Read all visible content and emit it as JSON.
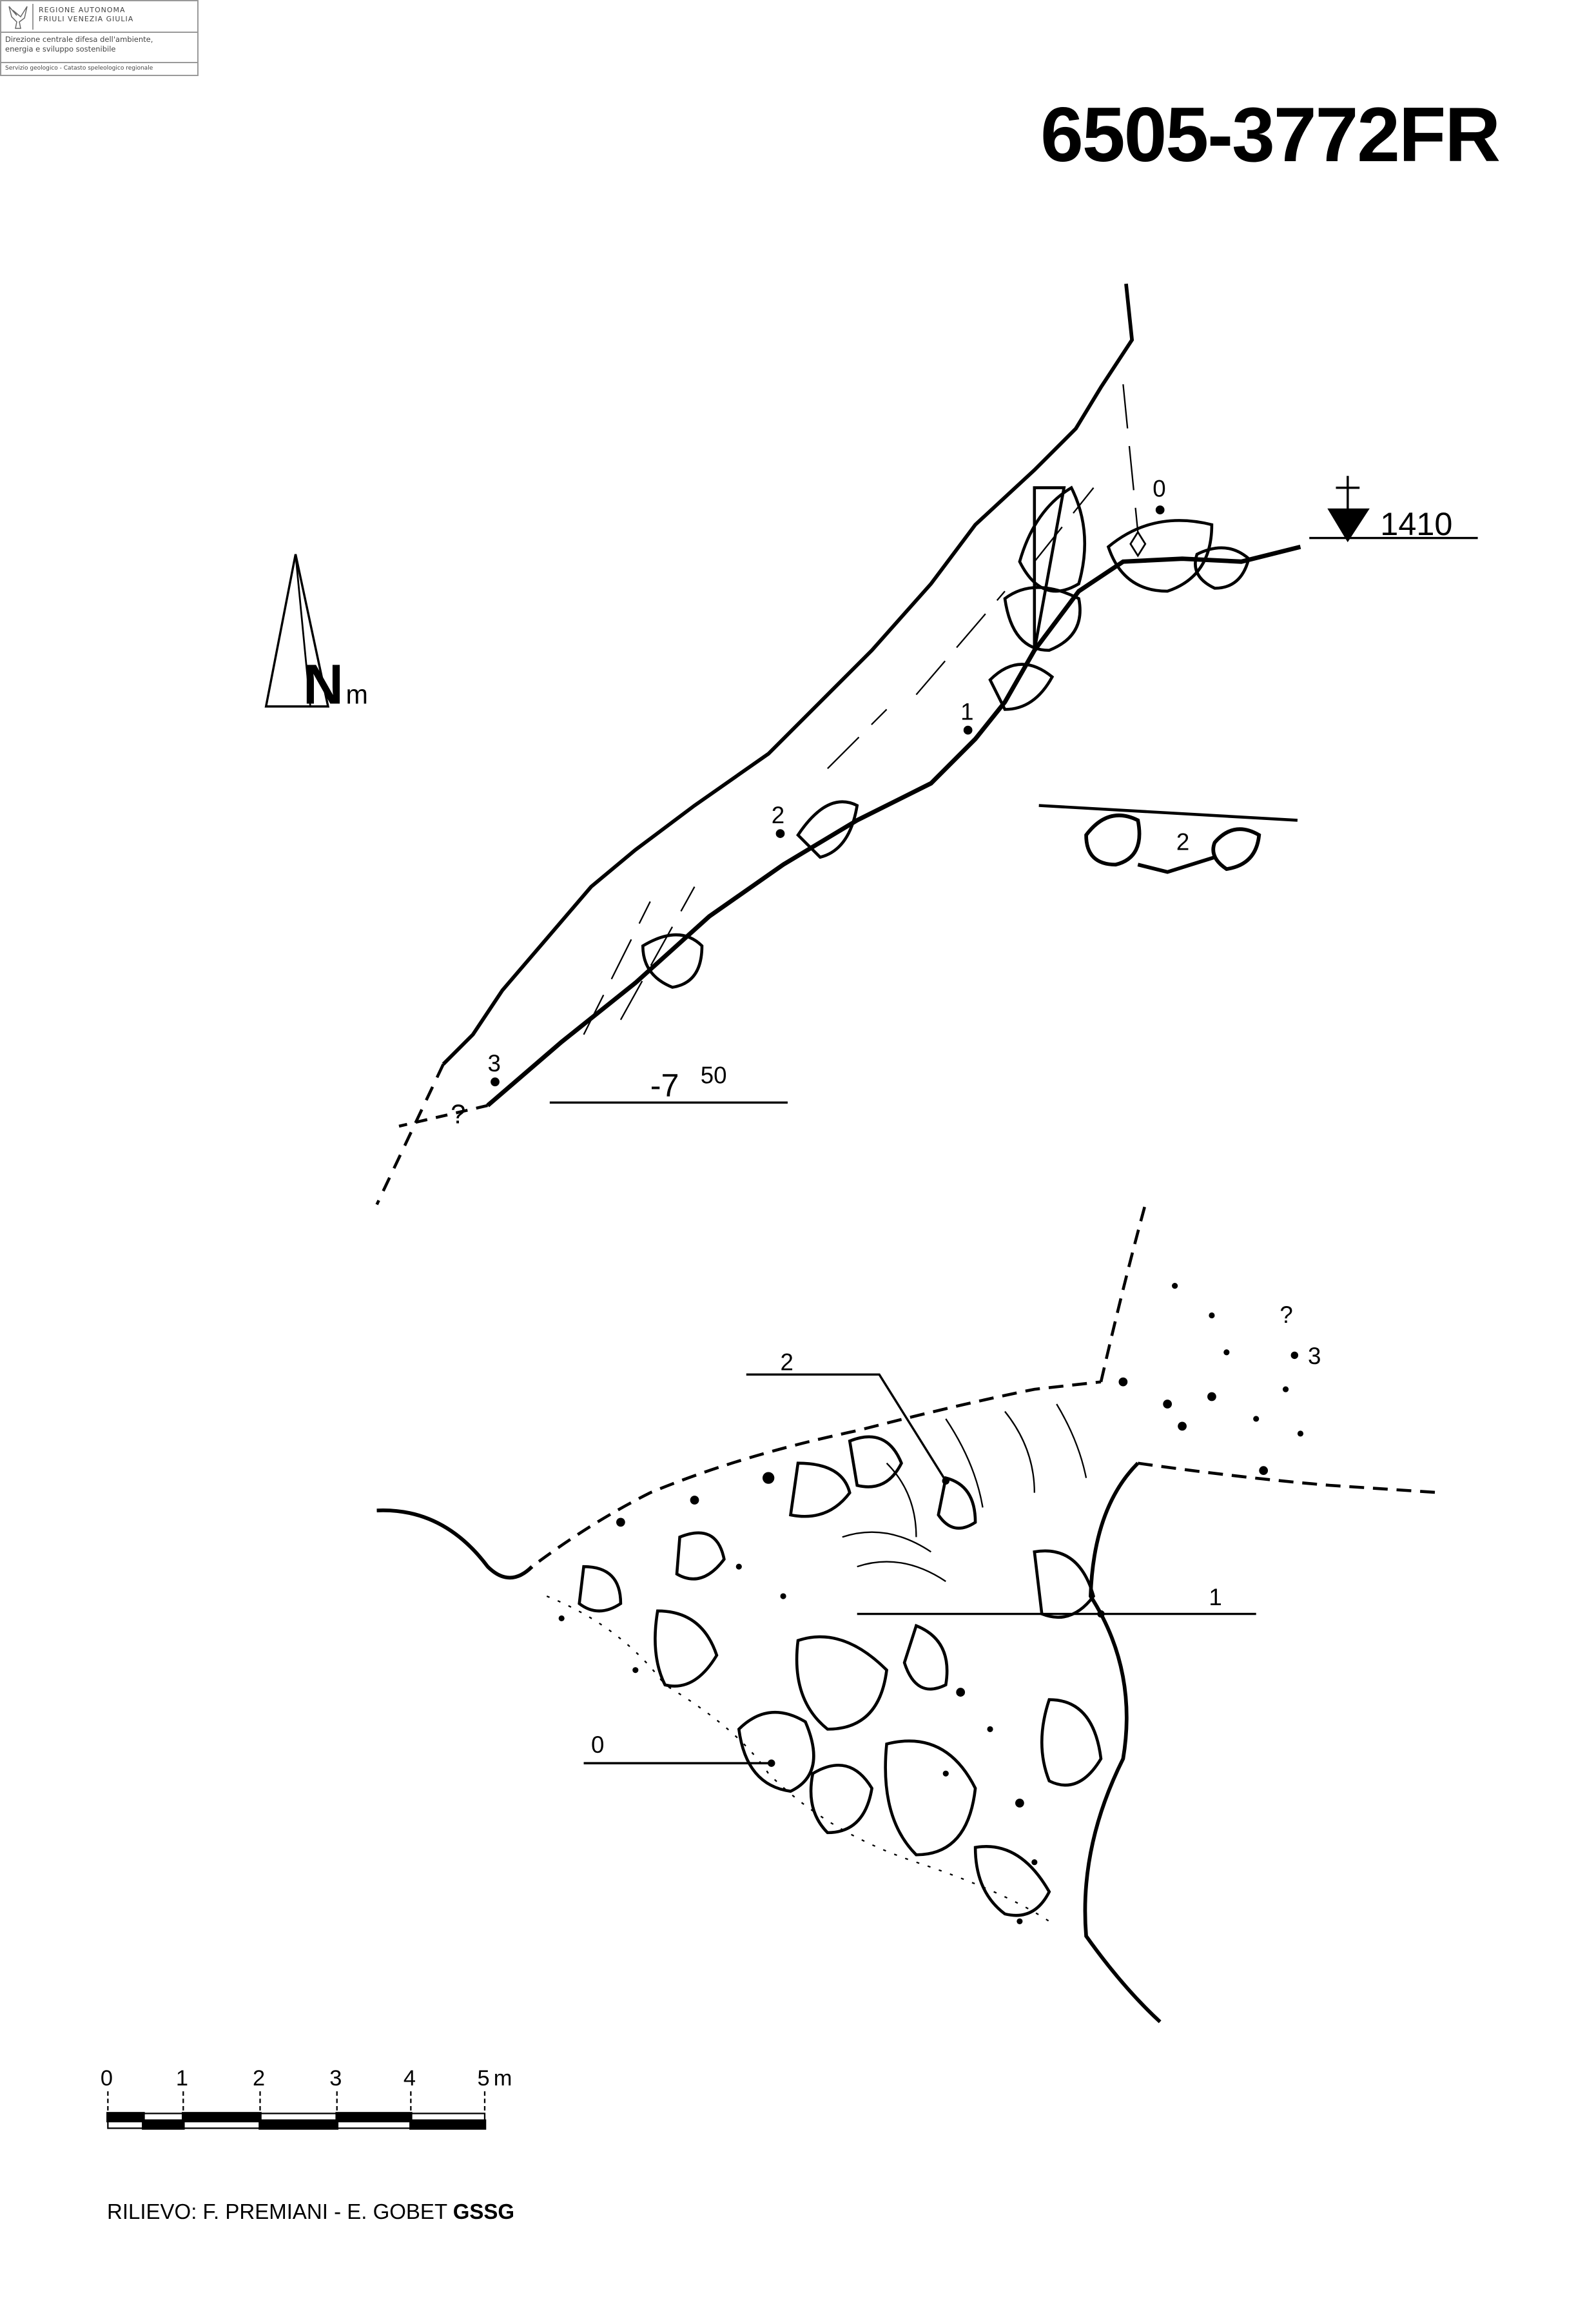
{
  "logo": {
    "org_line1": "REGIONE AUTONOMA",
    "org_line2": "FRIULI VENEZIA GIULIA",
    "direction_line1": "Direzione centrale difesa dell'ambiente,",
    "direction_line2": "energia e sviluppo sostenibile",
    "service": "Servizio geologico - Catasto speleologico regionale"
  },
  "title": "6505-3772FR",
  "north_arrow": {
    "label": "N",
    "suffix": "m"
  },
  "section": {
    "elevation": "1410",
    "depth_main": "-7",
    "depth_sup": "50",
    "stations": [
      "0",
      "1",
      "2",
      "3"
    ],
    "unknown_mark": "?",
    "cross_section_station": "2"
  },
  "plan": {
    "stations": [
      "0",
      "1",
      "2",
      "3"
    ],
    "unknown_mark": "?"
  },
  "scale_bar": {
    "ticks": [
      "0",
      "1",
      "2",
      "3",
      "4",
      "5"
    ],
    "unit": "m"
  },
  "credits": {
    "prefix": "RILIEVO: F. PREMIANI - E. GOBET",
    "group": "GSSG"
  }
}
